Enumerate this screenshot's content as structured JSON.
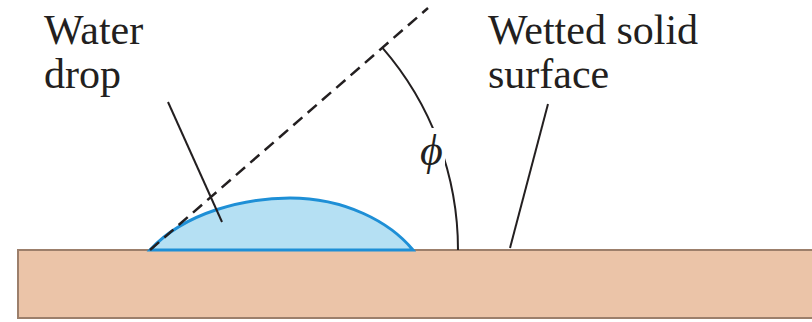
{
  "diagram": {
    "labels": [
      "Water drop",
      "Wetted solid surface",
      "ϕ"
    ]
  }
}
